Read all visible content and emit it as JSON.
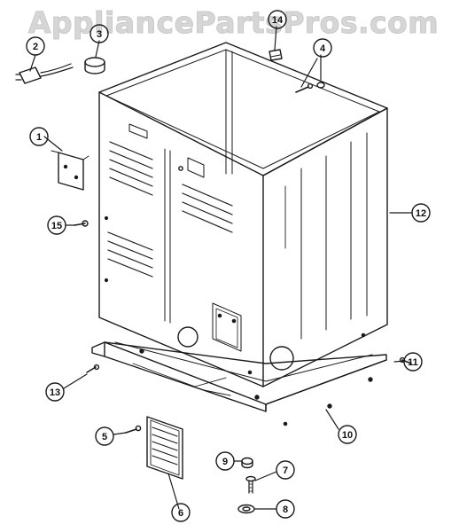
{
  "watermark": "AppliancePartsPros.com",
  "callouts": {
    "c1": "1",
    "c2": "2",
    "c3": "3",
    "c4": "4",
    "c5": "5",
    "c6": "6",
    "c7": "7",
    "c8": "8",
    "c9": "9",
    "c10": "10",
    "c11": "11",
    "c12": "12",
    "c13": "13",
    "c14": "14",
    "c15": "15"
  },
  "colors": {
    "line": "#1a1a1a",
    "watermark": "#d0d0d0",
    "background": "#ffffff"
  }
}
